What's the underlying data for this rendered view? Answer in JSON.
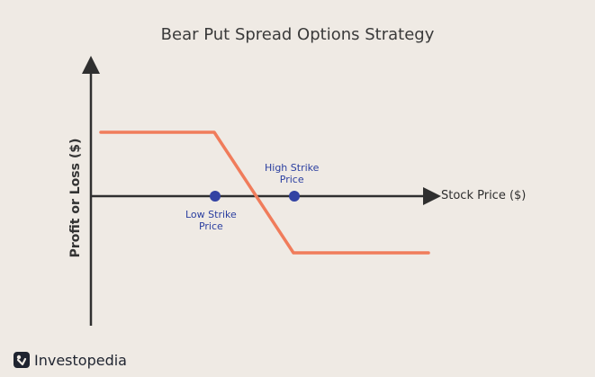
{
  "title": "Bear Put Spread Options Strategy",
  "axes": {
    "x_label": "Stock Price ($)",
    "y_label": "Profit or Loss ($)"
  },
  "points": {
    "low_strike": {
      "line1": "Low Strike",
      "line2": "Price"
    },
    "high_strike": {
      "line1": "High Strike",
      "line2": "Price"
    }
  },
  "payoff_curve": {
    "shape": "max profit below low strike, linear decline through breakeven, max loss above high strike",
    "color": "#f07c5b"
  },
  "colors": {
    "background": "#efeae4",
    "axis": "#2f2f2f",
    "marker": "#3242a3",
    "payoff": "#f07c5b"
  },
  "logo": {
    "text": "Investopedia"
  }
}
